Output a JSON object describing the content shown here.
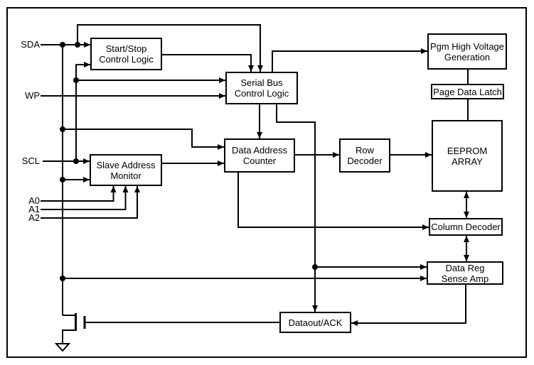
{
  "diagram": {
    "type": "block-diagram",
    "pins": {
      "sda": "SDA",
      "wp": "WP",
      "scl": "SCL",
      "a0": "A0",
      "a1": "A1",
      "a2": "A2"
    },
    "blocks": {
      "start_stop": {
        "line1": "Start/Stop",
        "line2": "Control Logic"
      },
      "serial_bus": {
        "line1": "Serial Bus",
        "line2": "Control Logic"
      },
      "slave_address": {
        "line1": "Slave Address",
        "line2": "Monitor"
      },
      "data_address": {
        "line1": "Data Address",
        "line2": "Counter"
      },
      "row_decoder": {
        "line1": "Row",
        "line2": "Decoder"
      },
      "pgm_hv": {
        "line1": "Pgm High Voltage",
        "line2": "Generation"
      },
      "page_latch": {
        "line1": "Page Data Latch"
      },
      "eeprom": {
        "line1": "EEPROM",
        "line2": "ARRAY"
      },
      "column_decoder": {
        "line1": "Column Decoder"
      },
      "data_reg": {
        "line1": "Data Reg",
        "line2": "Sense Amp"
      },
      "dataout": {
        "line1": "Dataout/ACK"
      }
    },
    "colors": {
      "line": "#000000",
      "background": "#ffffff"
    }
  }
}
